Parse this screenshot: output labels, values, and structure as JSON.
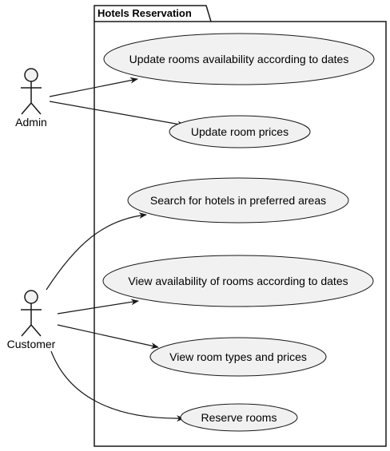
{
  "package": {
    "title": "Hotels Reservation"
  },
  "actors": [
    {
      "id": "admin",
      "name": "Admin"
    },
    {
      "id": "customer",
      "name": "Customer"
    }
  ],
  "use_cases": [
    {
      "id": "uc1",
      "label": "Update rooms availability according to dates"
    },
    {
      "id": "uc2",
      "label": "Update room prices"
    },
    {
      "id": "uc3",
      "label": "Search for hotels in preferred areas"
    },
    {
      "id": "uc4",
      "label": "View availability of rooms according to dates"
    },
    {
      "id": "uc5",
      "label": "View room types and prices"
    },
    {
      "id": "uc6",
      "label": "Reserve rooms"
    }
  ],
  "associations": [
    {
      "from": "admin",
      "to": "uc1"
    },
    {
      "from": "admin",
      "to": "uc2"
    },
    {
      "from": "customer",
      "to": "uc3"
    },
    {
      "from": "customer",
      "to": "uc4"
    },
    {
      "from": "customer",
      "to": "uc5"
    },
    {
      "from": "customer",
      "to": "uc6"
    }
  ],
  "colors": {
    "use_case_fill": "#f1f1f1",
    "stroke": "#181818"
  }
}
